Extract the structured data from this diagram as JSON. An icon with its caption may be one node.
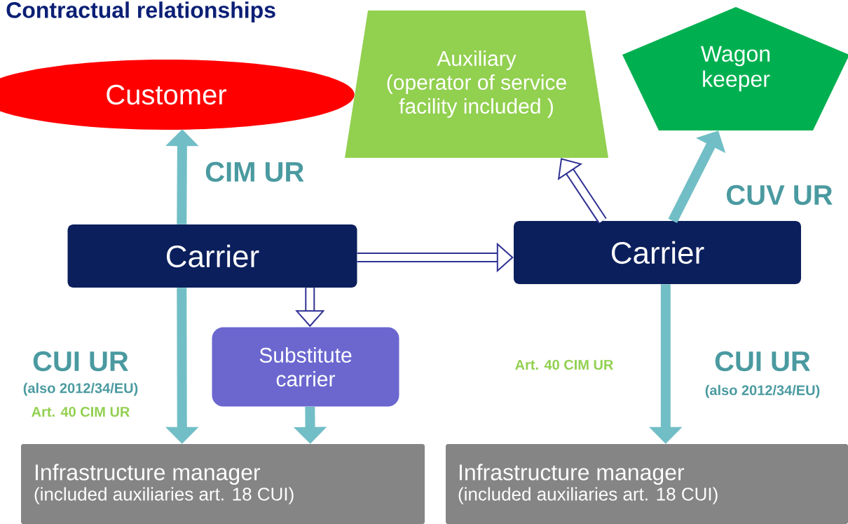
{
  "diagram": {
    "title": "Contractual relationships",
    "nodes": [
      {
        "text": [
          "Customer"
        ]
      },
      {
        "text": [
          "Carrier"
        ]
      },
      {
        "text": [
          "Substitute carrier"
        ]
      },
      {
        "text": [
          "Infrastructure manager",
          "(included auxiliaries art. 18 CUI)"
        ]
      },
      {
        "text": [
          "Auxiliary",
          "(operator of service facility included )"
        ]
      },
      {
        "text": [
          "Wagon keeper"
        ]
      },
      {
        "text": [
          "Carrier"
        ]
      },
      {
        "text": [
          "Infrastructure manager",
          "(included auxiliaries art. 18 CUI)"
        ]
      }
    ],
    "edges": [
      {
        "from": 1,
        "to": 0,
        "arrow": "to",
        "label": "CIM UR"
      },
      {
        "from": 1,
        "to": 3,
        "arrow": "to",
        "label": "CUI UR"
      },
      {
        "from": 1,
        "to": 2,
        "arrow": "to",
        "color": "#2e3192"
      },
      {
        "from": 2,
        "to": 3,
        "arrow": "to"
      },
      {
        "from": 1,
        "to": 6,
        "arrow": "to",
        "color": "#2e3192"
      },
      {
        "from": 6,
        "to": 4,
        "arrow": "to",
        "color": "#2e3192"
      },
      {
        "from": 6,
        "to": 5,
        "arrow": "to",
        "label": "CUV UR"
      },
      {
        "from": 6,
        "to": 7,
        "arrow": "to",
        "label": "CUI UR"
      }
    ],
    "labels": [
      "(also 2012/34/EU)",
      "Art. 40 CIM UR",
      "Art. 40 CIM UR",
      "(also 2012/34/EU)"
    ]
  }
}
